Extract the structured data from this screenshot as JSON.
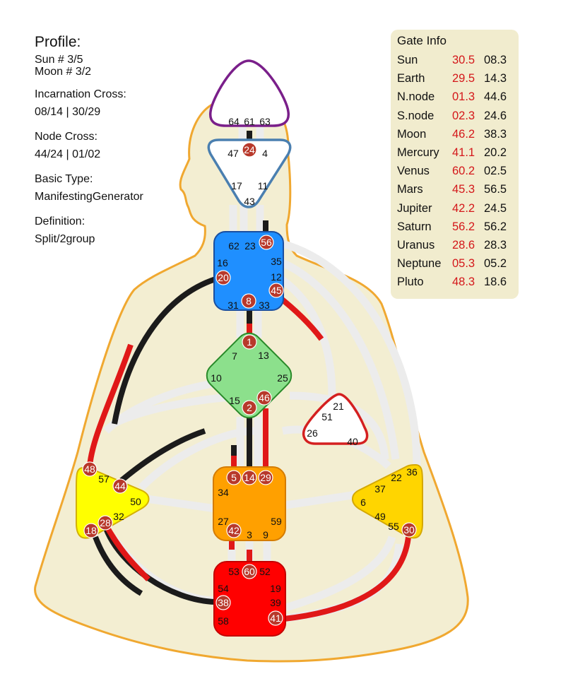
{
  "profile": {
    "title": "Profile:",
    "sun": "Sun # 3/5",
    "moon": "Moon # 3/2",
    "incarnation_label": "Incarnation Cross:",
    "incarnation_value": "08/14 | 30/29",
    "node_label": "Node Cross:",
    "node_value": "44/24 | 01/02",
    "type_label": "Basic Type:",
    "type_value": "ManifestingGenerator",
    "definition_label": "Definition:",
    "definition_value": "Split/2group"
  },
  "gate_info": {
    "title": "Gate Info",
    "rows": [
      {
        "planet": "Sun",
        "personality": "30.5",
        "design": "08.3"
      },
      {
        "planet": "Earth",
        "personality": "29.5",
        "design": "14.3"
      },
      {
        "planet": "N.node",
        "personality": "01.3",
        "design": "44.6"
      },
      {
        "planet": "S.node",
        "personality": "02.3",
        "design": "24.6"
      },
      {
        "planet": "Moon",
        "personality": "46.2",
        "design": "38.3"
      },
      {
        "planet": "Mercury",
        "personality": "41.1",
        "design": "20.2"
      },
      {
        "planet": "Venus",
        "personality": "60.2",
        "design": "02.5"
      },
      {
        "planet": "Mars",
        "personality": "45.3",
        "design": "56.5"
      },
      {
        "planet": "Jupiter",
        "personality": "42.2",
        "design": "24.5"
      },
      {
        "planet": "Saturn",
        "personality": "56.2",
        "design": "56.2"
      },
      {
        "planet": "Uranus",
        "personality": "28.6",
        "design": "28.3"
      },
      {
        "planet": "Neptune",
        "personality": "05.3",
        "design": "05.2"
      },
      {
        "planet": "Pluto",
        "personality": "48.3",
        "design": "18.6"
      }
    ]
  },
  "colors": {
    "body_fill": "#f3eed2",
    "body_outline": "#f0a830",
    "channel_inactive": "#f4f4f4",
    "personality": "#1b1b1b",
    "design": "#e01818",
    "gate_badge": "#b8392b",
    "gate_info_bg": "#f1ecce"
  },
  "centers": [
    {
      "id": "head",
      "fill": "#ffffff",
      "stroke": "#7a1f8a",
      "gates": [
        "64",
        "61",
        "63"
      ]
    },
    {
      "id": "ajna",
      "fill": "#ffffff",
      "stroke": "#4a7fb0",
      "gates": [
        "47",
        "24",
        "4",
        "17",
        "11",
        "43"
      ]
    },
    {
      "id": "throat",
      "fill": "#1f8fff",
      "stroke": "#1a4fa0",
      "gates": [
        "62",
        "23",
        "56",
        "16",
        "35",
        "12",
        "20",
        "45",
        "31",
        "8",
        "33"
      ]
    },
    {
      "id": "g",
      "fill": "#8ce08c",
      "stroke": "#2a8a2a",
      "gates": [
        "1",
        "7",
        "13",
        "10",
        "25",
        "15",
        "46",
        "2"
      ]
    },
    {
      "id": "heart",
      "fill": "#ffffff",
      "stroke": "#d42020",
      "gates": [
        "21",
        "51",
        "26",
        "40"
      ]
    },
    {
      "id": "spleen",
      "fill": "#ffff00",
      "stroke": "#d4b000",
      "gates": [
        "48",
        "57",
        "44",
        "50",
        "32",
        "28",
        "18"
      ]
    },
    {
      "id": "sacral",
      "fill": "#ffa000",
      "stroke": "#d47c00",
      "gates": [
        "5",
        "14",
        "29",
        "34",
        "27",
        "59",
        "42",
        "3",
        "9"
      ]
    },
    {
      "id": "solar",
      "fill": "#ffd500",
      "stroke": "#d4a800",
      "gates": [
        "36",
        "22",
        "37",
        "6",
        "49",
        "55",
        "30"
      ]
    },
    {
      "id": "root",
      "fill": "#ff0000",
      "stroke": "#c40000",
      "gates": [
        "53",
        "60",
        "52",
        "54",
        "19",
        "38",
        "39",
        "58",
        "41"
      ]
    }
  ],
  "active_gates": [
    "24",
    "56",
    "20",
    "45",
    "8",
    "1",
    "2",
    "46",
    "48",
    "44",
    "28",
    "18",
    "5",
    "14",
    "29",
    "42",
    "30",
    "60",
    "38",
    "41"
  ]
}
